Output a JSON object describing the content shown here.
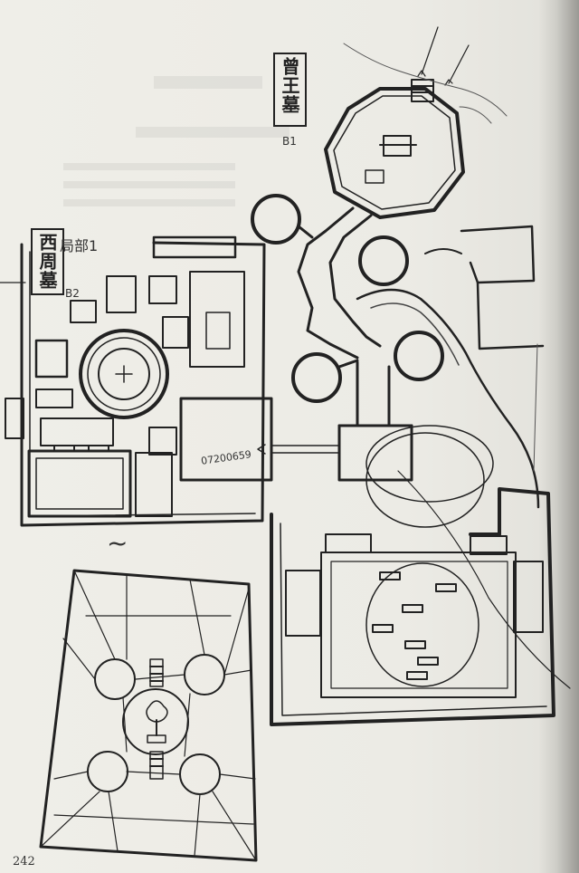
{
  "labels": {
    "mausoleum_title": "曾王墓",
    "mausoleum_code": "B1",
    "west_section_title": "西周墓",
    "partial_label": "局部1",
    "west_code": "B2",
    "sketch_annotation": "07200659",
    "connector_mark": "~",
    "page_number": "242"
  },
  "colors": {
    "paper": "#eeede7",
    "pencil": "#222222",
    "shade": "#9a9994"
  }
}
